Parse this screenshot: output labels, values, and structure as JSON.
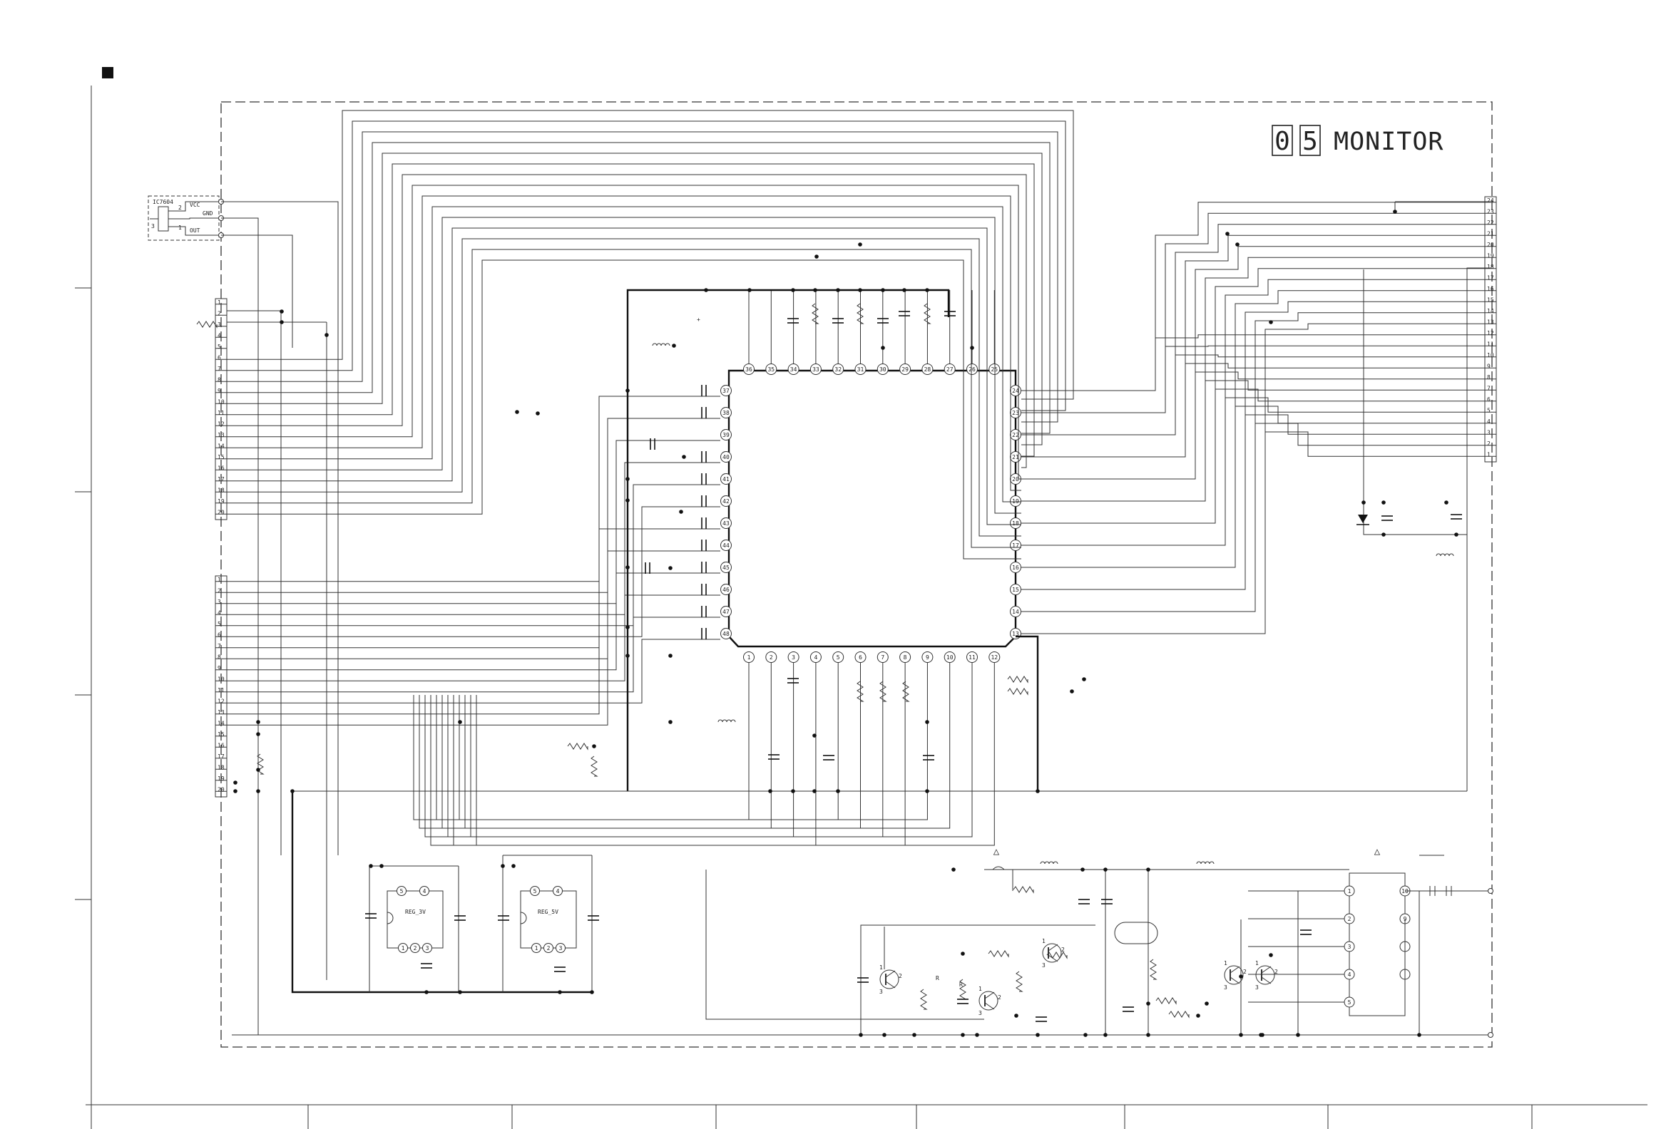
{
  "title": {
    "box_digits": [
      "0",
      "5"
    ],
    "label": "MONITOR"
  },
  "ic7604": {
    "ref": "IC7604",
    "pins": [
      "1",
      "2",
      "3"
    ],
    "signals": [
      "VCC",
      "GND",
      "OUT"
    ]
  },
  "connector_a": {
    "pins": [
      "1",
      "2",
      "3",
      "4",
      "5",
      "6",
      "7",
      "8",
      "9",
      "10",
      "11",
      "12",
      "13",
      "14",
      "15",
      "16",
      "17",
      "18",
      "19",
      "20"
    ]
  },
  "connector_b": {
    "pins": [
      "1",
      "2",
      "3",
      "4",
      "5",
      "6",
      "7",
      "8",
      "9",
      "10",
      "11",
      "12",
      "13",
      "14",
      "15",
      "16",
      "17",
      "18",
      "19",
      "20"
    ]
  },
  "connector_c": {
    "pins": [
      "24",
      "23",
      "22",
      "21",
      "20",
      "19",
      "18",
      "17",
      "16",
      "15",
      "14",
      "13",
      "12",
      "11",
      "10",
      "9",
      "8",
      "7",
      "6",
      "5",
      "4",
      "3",
      "2",
      "1"
    ]
  },
  "main_ic": {
    "top_pins": [
      "36",
      "35",
      "34",
      "33",
      "32",
      "31",
      "30",
      "29",
      "28",
      "27",
      "26",
      "25"
    ],
    "left_pins": [
      "37",
      "38",
      "39",
      "40",
      "41",
      "42",
      "43",
      "44",
      "45",
      "46",
      "47",
      "48"
    ],
    "right_pins": [
      "24",
      "23",
      "22",
      "21",
      "20",
      "19",
      "18",
      "17",
      "16",
      "15",
      "14",
      "13"
    ],
    "bottom_pins": [
      "1",
      "2",
      "3",
      "4",
      "5",
      "6",
      "7",
      "8",
      "9",
      "10",
      "11",
      "12"
    ]
  },
  "regulators": [
    {
      "label": "REG_3V",
      "top_pins": [
        "5",
        "4"
      ],
      "bottom_pins": [
        "1",
        "2",
        "3"
      ]
    },
    {
      "label": "REG_5V",
      "top_pins": [
        "5",
        "4"
      ],
      "bottom_pins": [
        "1",
        "2",
        "3"
      ]
    }
  ],
  "output_ic": {
    "left_pins": [
      "1",
      "2",
      "3",
      "4",
      "5"
    ],
    "right_pins": [
      "10",
      "9"
    ]
  },
  "transistor_labels": [
    "1",
    "2",
    "3"
  ],
  "resistor_marks": [
    "R",
    "R"
  ],
  "warning_symbols": [
    "△",
    "△"
  ],
  "polarity_marks": [
    "+"
  ],
  "colors": {
    "line": "#333333",
    "background": "#ffffff",
    "text": "#222222"
  }
}
